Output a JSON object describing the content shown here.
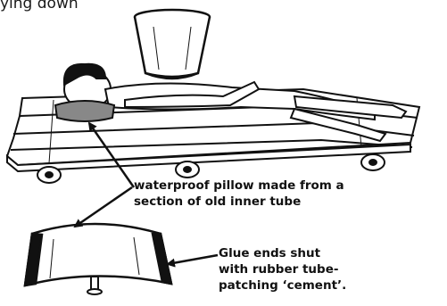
{
  "caption": {
    "top_text": "ying down"
  },
  "labels": {
    "pillow_line1": "waterproof pillow made from a",
    "pillow_line2": "section of old inner tube",
    "glue_line1": "Glue ends shut",
    "glue_line2": "with rubber tube-",
    "glue_line3": "patching ‘cement’."
  }
}
